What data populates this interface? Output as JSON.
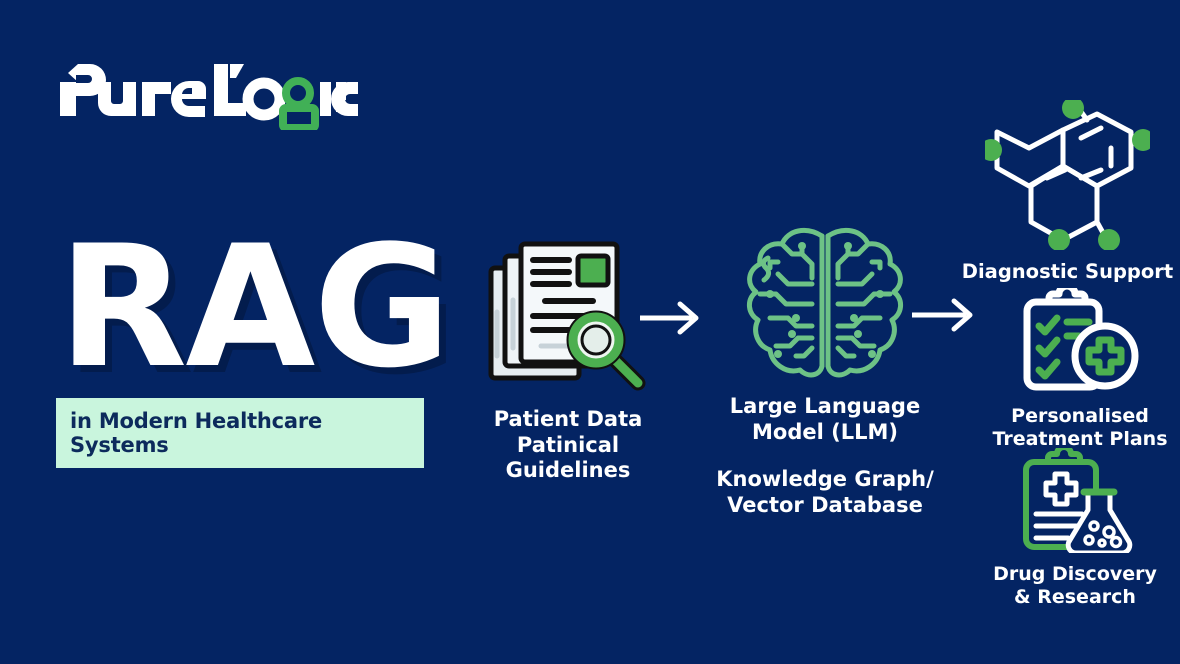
{
  "theme": {
    "background": "#042463",
    "accent_green": "#4caf50",
    "brain_green": "#6dc286",
    "highlight_bar": "#c9f5dd",
    "text_light": "#ffffff",
    "text_dark": "#0c2a5c"
  },
  "logo": {
    "name": "PureLogics",
    "text_part_one": "PureL",
    "text_part_two": "ogics",
    "alt": "PureLogics logo"
  },
  "hero": {
    "title": "RAG",
    "subtitle": "in Modern Healthcare Systems"
  },
  "flow": {
    "input": {
      "icon": "documents-magnifier-icon",
      "caption": "Patient Data\nPatinical Guidelines"
    },
    "arrow_one": {
      "icon": "arrow-right-icon"
    },
    "process": {
      "icon": "circuit-brain-icon",
      "caption": "Large Language\nModel (LLM)",
      "secondary_caption": "Knowledge Graph/\nVector Database"
    },
    "arrow_two": {
      "icon": "arrow-right-icon"
    }
  },
  "outcomes": [
    {
      "id": "diagnostic-support",
      "icon": "molecule-icon",
      "caption": "Diagnostic Support"
    },
    {
      "id": "personalised-treatment-plans",
      "icon": "clipboard-checklist-cross-icon",
      "caption": "Personalised\nTreatment Plans"
    },
    {
      "id": "drug-discovery-research",
      "icon": "clipboard-flask-icon",
      "caption": "Drug Discovery\n& Research"
    }
  ]
}
